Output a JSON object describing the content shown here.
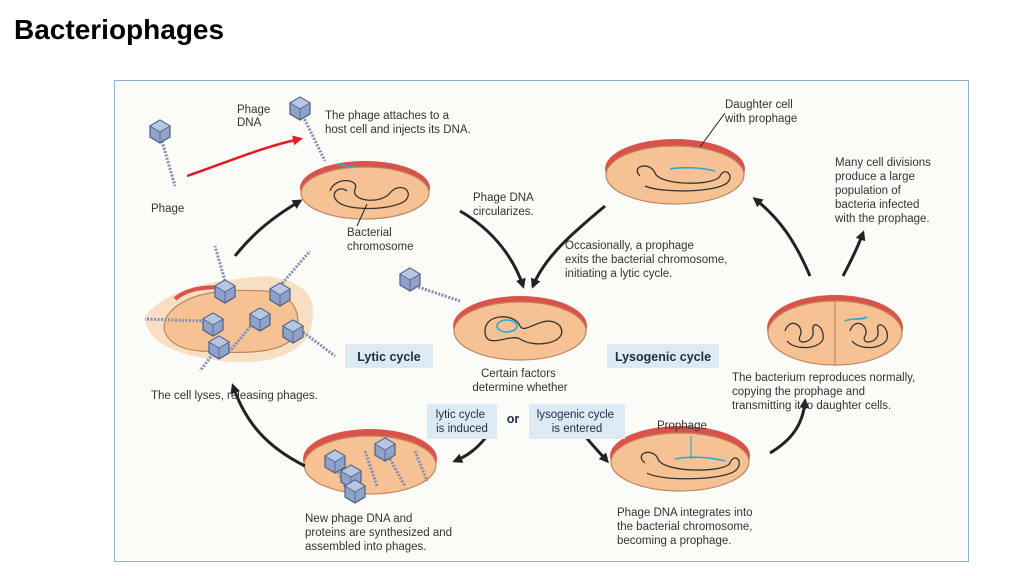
{
  "title": "Bacteriophages",
  "diagram": {
    "phage_label": "Phage",
    "phage_dna_label": [
      "Phage",
      "DNA"
    ],
    "attach_text": [
      "The phage attaches to a",
      "host cell and injects its DNA."
    ],
    "circularizes_text": [
      "Phage DNA",
      "circularizes."
    ],
    "bacterial_chromosome_label": [
      "Bacterial",
      "chromosome"
    ],
    "daughter_cell_label": [
      "Daughter cell",
      "with prophage"
    ],
    "many_divisions_text": [
      "Many cell divisions",
      "produce a large",
      "population of",
      "bacteria infected",
      "with the prophage."
    ],
    "occasionally_text": [
      "Occasionally, a prophage",
      "exits the bacterial chromosome,",
      "initiating a lytic cycle."
    ],
    "lytic_cycle_label": "Lytic cycle",
    "lysogenic_cycle_label": "Lysogenic cycle",
    "certain_factors_text": [
      "Certain factors",
      "determine whether"
    ],
    "cell_lyses_text": "The cell lyses, releasing phages.",
    "reproduces_text": [
      "The bacterium reproduces normally,",
      "copying the prophage and",
      "transmitting it to daughter cells."
    ],
    "lytic_induced_label": [
      "lytic cycle",
      "is induced"
    ],
    "or_label": "or",
    "lysogenic_entered_label": [
      "lysogenic cycle",
      "is entered"
    ],
    "prophage_label": "Prophage",
    "new_phage_text": [
      "New phage DNA and",
      "proteins are synthesized and",
      "assembled into phages."
    ],
    "integrates_text": [
      "Phage DNA integrates into",
      "the bacterial chromosome,",
      "becoming a prophage."
    ],
    "colors": {
      "cell_fill": "#f6c293",
      "cell_wall": "#d9534a",
      "cell_outline": "#c0855e",
      "dna_blue": "#2aa7d8",
      "phage_blue": "#7d8fb8",
      "arrow": "#222222",
      "label_box": "#dde9f3",
      "inject_arrow": "#e01b24",
      "lysis_halo": "#f8dfc4"
    }
  }
}
